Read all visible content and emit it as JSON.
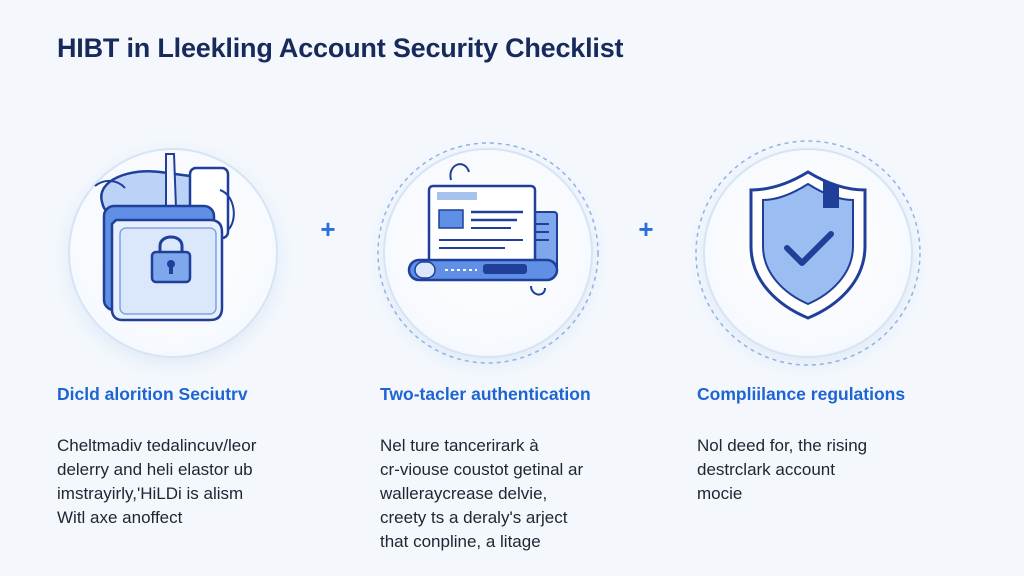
{
  "title": "HIBT in Lleekling Account Security Checklist",
  "connectors": [
    "+",
    "+"
  ],
  "steps": [
    {
      "icon": "lock-folder-icon",
      "heading": "Dicld alorition Seciutrv",
      "lines": [
        "Cheltmadiv tedalincuv/leor",
        "delerry and heli elastor ub",
        "imstrayirly,'HiLDi is alism",
        "Witl axe anoffect"
      ]
    },
    {
      "icon": "document-card-icon",
      "heading": "Two-tacler authentication",
      "lines": [
        "Nel ture tancerirark à",
        "cr-viouse coustot getinal ar",
        "walleraycrease delvie,",
        "creety ts a deraly's arject",
        "that conpline, a litage"
      ]
    },
    {
      "icon": "shield-check-icon",
      "heading": "Compliilance regulations",
      "lines": [
        "Nol deed for, the rising",
        "destrclark account",
        "mocie"
      ]
    }
  ],
  "colors": {
    "background": "#f4f8fd",
    "title": "#182a5c",
    "heading": "#1e64d2",
    "body_text": "#202633",
    "accent": "#2d6fd8",
    "icon_fill": "#cfe0fb",
    "icon_outline": "#1f3f99"
  }
}
